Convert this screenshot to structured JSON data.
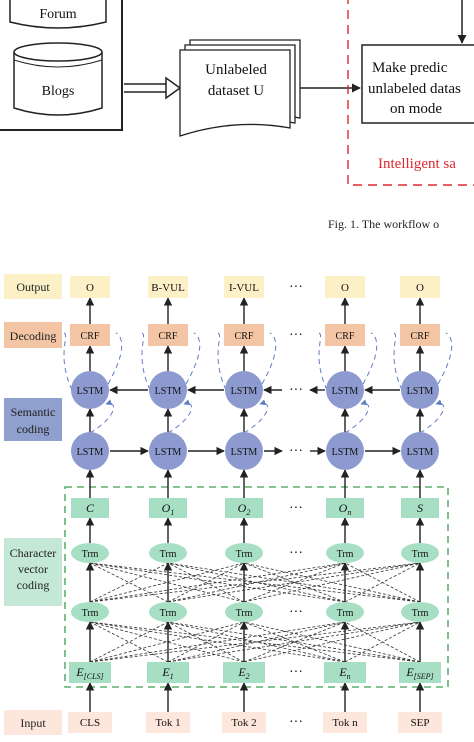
{
  "top": {
    "db_forum_partial": "Forum",
    "db_blogs": "Blogs",
    "unlabeled_dataset": [
      "Unlabeled",
      "dataset U"
    ],
    "predict_box": [
      "Make predic",
      "unlabeled datas",
      "on mode"
    ],
    "red_label": "Intelligent sa",
    "caption": "Fig. 1.  The workflow o"
  },
  "rows": {
    "output": "Output",
    "decoding": "Decoding",
    "semantic": [
      "Semantic",
      "coding"
    ],
    "character": [
      "Character",
      "vector",
      "coding"
    ],
    "input": "Input"
  },
  "columns": [
    {
      "out": "O",
      "crf": "CRF",
      "lstm": "LSTM",
      "c": "C",
      "trm": "Trm",
      "e": "E[CLS]",
      "tok": "CLS"
    },
    {
      "out": "B-VUL",
      "crf": "CRF",
      "lstm": "LSTM",
      "c": "O1",
      "trm": "Trm",
      "e": "E1",
      "tok": "Tok 1"
    },
    {
      "out": "I-VUL",
      "crf": "CRF",
      "lstm": "LSTM",
      "c": "O2",
      "trm": "Trm",
      "e": "E2",
      "tok": "Tok 2"
    },
    {
      "out": "O",
      "crf": "CRF",
      "lstm": "LSTM",
      "c": "On",
      "trm": "Trm",
      "e": "En",
      "tok": "Tok n"
    },
    {
      "out": "O",
      "crf": "CRF",
      "lstm": "LSTM",
      "c": "S",
      "trm": "Trm",
      "e": "E[SEP]",
      "tok": "SEP"
    }
  ],
  "ellipsis": "···",
  "colors": {
    "output_bg": "#fbf0c6",
    "decoding_bg": "#f3c5a4",
    "semantic_bg": "#8fa0cf",
    "lstm_fill": "#8d9ad0",
    "green_bg": "#c4e8d6",
    "green_node": "#a6dfc4",
    "input_bg": "#fde6dc",
    "red": "#e0282e",
    "dashed_blue": "#5e7ec4",
    "dashed_green": "#3b9e4c"
  }
}
